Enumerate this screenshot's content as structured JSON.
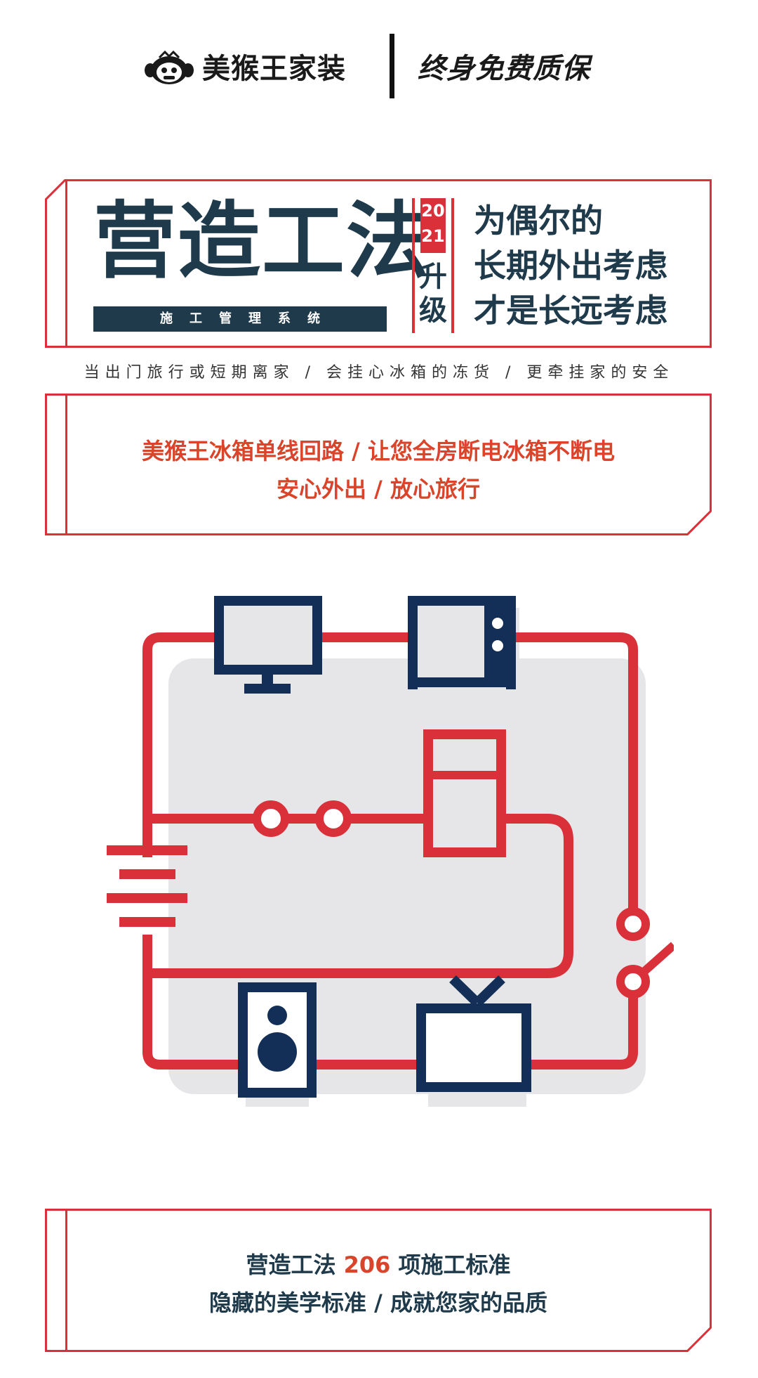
{
  "header": {
    "brand": "美猴王家装",
    "slogan": "终身免费质保"
  },
  "title_box": {
    "main_title": "营造工法",
    "sub_label": "施工管理系统",
    "year": "2021",
    "upgrade": "升级",
    "tagline": [
      "为偶尔的",
      "长期外出考虑",
      "才是长远考虑"
    ]
  },
  "subtitle": "当出门旅行或短期离家 / 会挂心冰箱的冻货 / 更牵挂家的安全",
  "info_box": {
    "line1": "美猴王冰箱单线回路 / 让您全房断电冰箱不断电",
    "line2": "安心外出 / 放心旅行"
  },
  "footer_box": {
    "line1_pre": "营造工法 ",
    "line1_num": "206",
    "line1_post": " 项施工标准",
    "line2": "隐藏的美学标准 / 成就您家的品质"
  },
  "colors": {
    "red": "#d9303a",
    "navy": "#1f3a4a",
    "accent_orange_red": "#d9442b",
    "gray_panel": "#e6e6e8"
  },
  "icons": [
    "monkey-logo-icon",
    "computer-monitor-icon",
    "microwave-icon",
    "refrigerator-icon",
    "speaker-icon",
    "tv-icon",
    "battery-icon",
    "switch-icon"
  ]
}
